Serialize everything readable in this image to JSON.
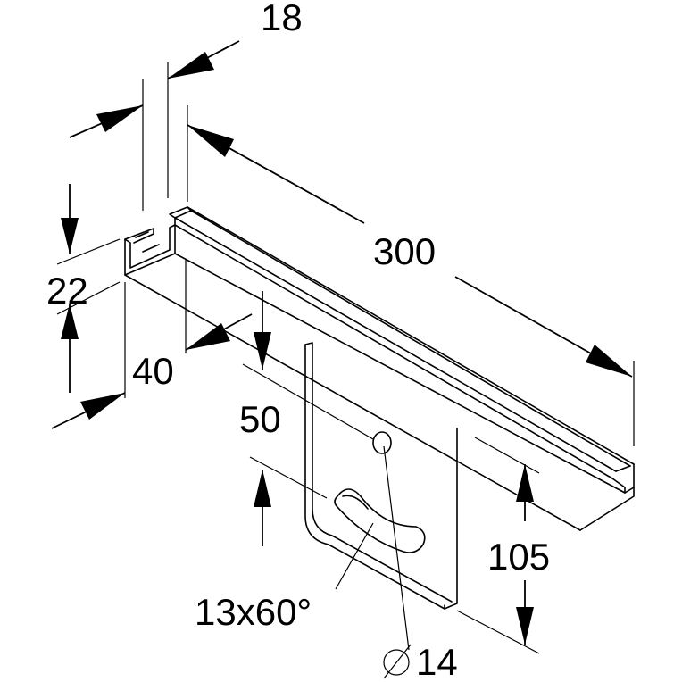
{
  "dimensions": {
    "channel_width": "18",
    "channel_length": "300",
    "channel_height": "22",
    "channel_depth": "40",
    "plate_offset": "50",
    "plate_height": "105",
    "slot": "13x60°",
    "hole": "14"
  }
}
